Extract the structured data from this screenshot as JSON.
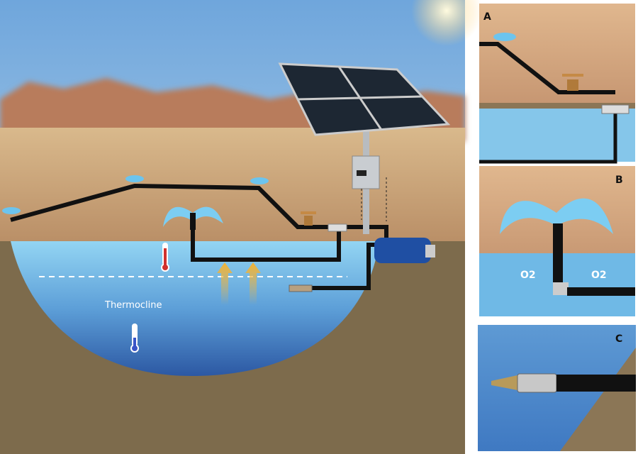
{
  "main_scene": {
    "thermocline_label": "Thermocline"
  },
  "panels": [
    {
      "letter": "A"
    },
    {
      "letter": "B",
      "oxygen_labels": [
        "O2",
        "O2"
      ]
    },
    {
      "letter": "C"
    }
  ],
  "colors": {
    "sky_top": "#7fb2e0",
    "sand": "#c9a67a",
    "ground": "#7d6b4c",
    "water_light": "#8fd3f2",
    "water_dark": "#2f5fa8",
    "pipe": "#111111",
    "warm_arrow": "#f3b233"
  }
}
